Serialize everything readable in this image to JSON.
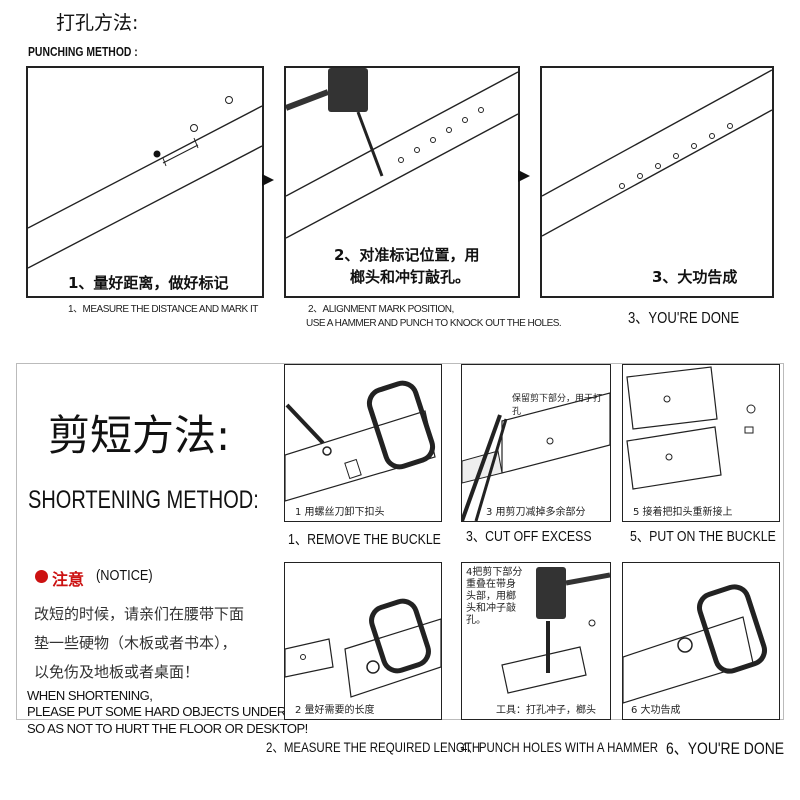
{
  "punching": {
    "title_cn": "打孔方法:",
    "title_en": "PUNCHING METHOD :",
    "steps": [
      {
        "cn": "1、量好距离，做好标记",
        "en": "1、MEASURE THE DISTANCE AND MARK IT"
      },
      {
        "cn_line1": "2、对准标记位置，用",
        "cn_line2": "榔头和冲钉敲孔。",
        "en_line1": "2、ALIGNMENT MARK POSITION,",
        "en_line2": "USE A HAMMER AND PUNCH TO KNOCK OUT THE HOLES."
      },
      {
        "cn": "3、大功告成",
        "en": "3、YOU'RE DONE"
      }
    ]
  },
  "shortening": {
    "title_cn": "剪短方法:",
    "title_en": "SHORTENING METHOD:",
    "notice_cn": "注意",
    "notice_en": "(NOTICE)",
    "notice_line1": "改短的时候，请亲们在腰带下面",
    "notice_line2": "垫一些硬物（木板或者书本），",
    "notice_line3": "以免伤及地板或者桌面！",
    "notice_en_line1": "WHEN SHORTENING,",
    "notice_en_line2": "PLEASE PUT SOME HARD OBJECTS UNDER THE BELT,",
    "notice_en_line3": "SO AS NOT TO HURT THE FLOOR OR DESKTOP!",
    "panels": [
      {
        "cn": "1 用螺丝刀卸下扣头",
        "en": "1、REMOVE THE BUCKLE"
      },
      {
        "cn": "3 用剪刀减掉多余部分",
        "en": "3、CUT OFF EXCESS",
        "note": "保留剪下部分，用于打孔"
      },
      {
        "cn": "5 接着把扣头重新接上",
        "en": "5、PUT ON THE BUCKLE"
      },
      {
        "cn": "2 量好需要的长度",
        "en": "2、MEASURE THE REQUIRED LENGTH"
      },
      {
        "cn": "4把剪下部分\n重叠在带身\n头部，用榔\n头和冲子敲\n孔。",
        "en": "4、PUNCH HOLES WITH A HAMMER",
        "tool": "工具：打孔冲子，榔头"
      },
      {
        "cn": "6 大功告成",
        "en": "6、YOU'RE DONE"
      }
    ]
  },
  "colors": {
    "notice_red": "#cc1111",
    "frame": "#222222"
  }
}
